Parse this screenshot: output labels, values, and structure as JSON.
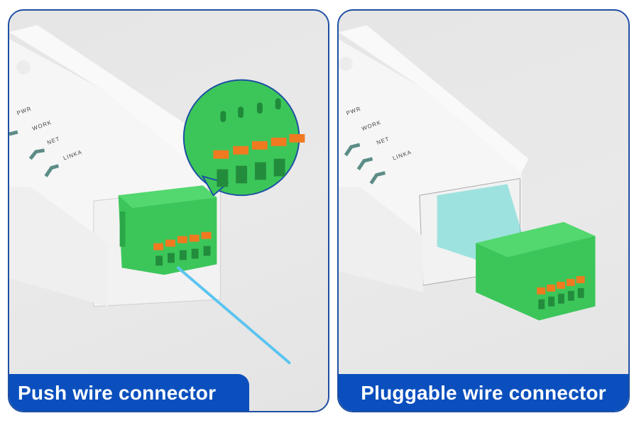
{
  "panels": [
    {
      "id": "left",
      "caption": "Push wire connector",
      "device_labels": [
        "PWR",
        "WORK",
        "NET",
        "LINKA"
      ],
      "has_zoom_callout": true,
      "has_wire": true
    },
    {
      "id": "right",
      "caption": "Pluggable wire connector",
      "device_labels": [
        "PWR",
        "WORK",
        "NET",
        "LINKA"
      ],
      "has_zoom_callout": false,
      "has_wire": false
    }
  ],
  "colors": {
    "border": "#1f4fa3",
    "caption_bg": "#0a4fbd",
    "connector_green": "#3cc65a",
    "lever_orange": "#f07a20",
    "wire_blue": "#5bc4f0",
    "slot_cyan": "#5ad6d0"
  }
}
